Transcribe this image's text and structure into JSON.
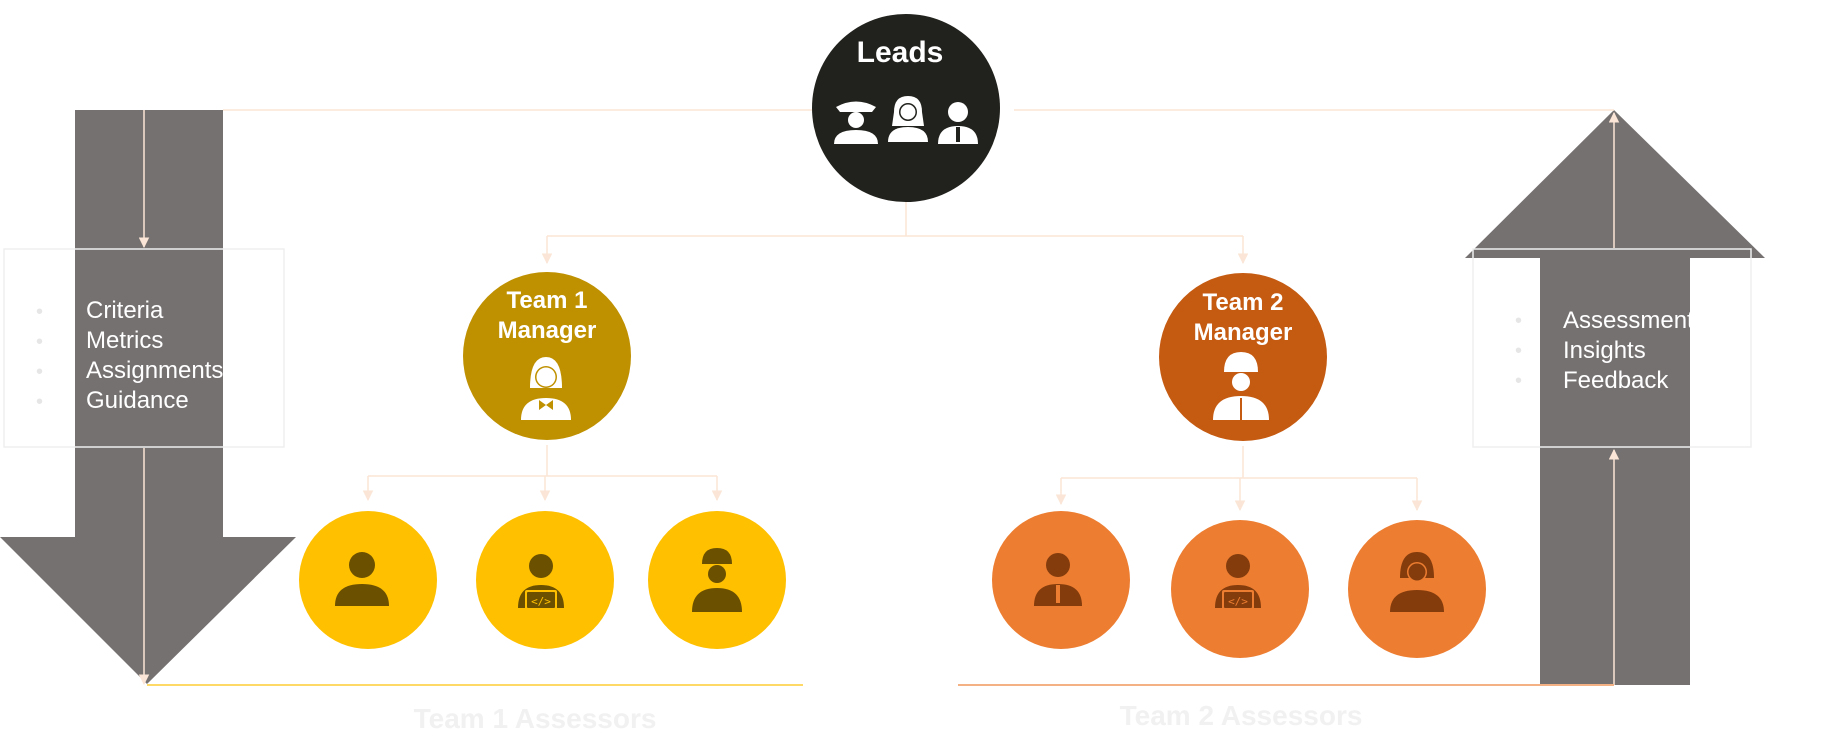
{
  "leads": {
    "title": "Leads"
  },
  "team1": {
    "manager_line1": "Team 1",
    "manager_line2": "Manager",
    "assessors_label": "Team 1 Assessors"
  },
  "team2": {
    "manager_line1": "Team 2",
    "manager_line2": "Manager",
    "assessors_label": "Team 2 Assessors"
  },
  "down_list": [
    "Criteria",
    "Metrics",
    "Assignments",
    "Guidance"
  ],
  "up_list": [
    "Assessments",
    "Insights",
    "Feedback"
  ],
  "colors": {
    "leads": "#21221d",
    "team1_manager": "#bf9000",
    "team1_member": "#ffc000",
    "team1_icon": "#6b5000",
    "team2_manager": "#c55a11",
    "team2_member": "#ed7d31",
    "team2_icon": "#843c0c",
    "arrow": "#767171",
    "connector": "#fbe5d6"
  },
  "icons": {
    "leads": [
      "officer-icon",
      "woman-icon",
      "businessman-icon"
    ],
    "team1_manager": "female-manager-icon",
    "team2_manager": "soldier-icon",
    "team1_members": [
      "man-icon",
      "developer-icon",
      "soldier-icon"
    ],
    "team2_members": [
      "businessman-icon",
      "developer-icon",
      "woman-icon"
    ]
  }
}
